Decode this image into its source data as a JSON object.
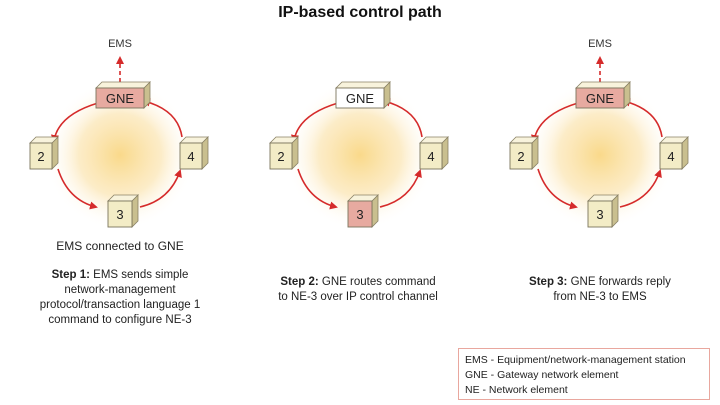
{
  "title": "IP-based control path",
  "colors": {
    "arrow": "#d52b2b",
    "box_highlight": "#e7aaa0",
    "box_normal": "#f3ecc6",
    "box_white": "#ffffff",
    "glow": "#f6c65a"
  },
  "diagrams": [
    {
      "ems_label": "EMS",
      "gne_label": "GNE",
      "ne2_label": "2",
      "ne3_label": "3",
      "ne4_label": "4",
      "highlight": "gne",
      "show_ems": true,
      "subcaption": "EMS connected to GNE",
      "step_title": "Step 1:",
      "step_lines": [
        "EMS sends simple",
        "network-management",
        "protocol/transaction language 1",
        "command to configure NE-3"
      ]
    },
    {
      "ems_label": "",
      "gne_label": "GNE",
      "ne2_label": "2",
      "ne3_label": "3",
      "ne4_label": "4",
      "highlight": "ne3",
      "show_ems": false,
      "subcaption": "",
      "step_title": "Step 2:",
      "step_lines": [
        "GNE routes command",
        "to NE-3 over IP control channel"
      ]
    },
    {
      "ems_label": "EMS",
      "gne_label": "GNE",
      "ne2_label": "2",
      "ne3_label": "3",
      "ne4_label": "4",
      "highlight": "gne",
      "show_ems": true,
      "subcaption": "",
      "step_title": "Step 3:",
      "step_lines": [
        "GNE forwards reply",
        "from NE-3 to EMS"
      ]
    }
  ],
  "legend": [
    "EMS - Equipment/network-management station",
    "GNE - Gateway network element",
    "NE - Network element"
  ]
}
